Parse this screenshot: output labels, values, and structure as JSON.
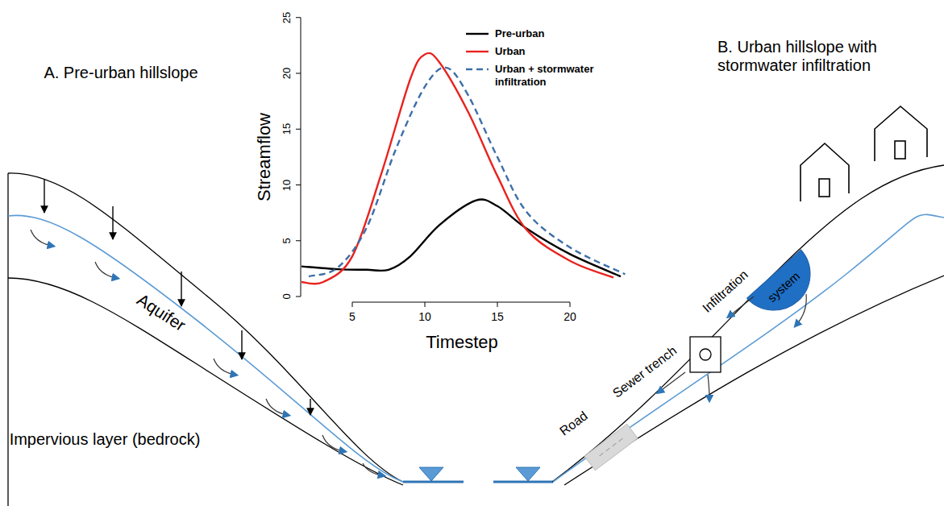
{
  "diagram": {
    "labels": [
      "A. Pre-urban hillslope",
      "B. Urban hillslope with stormwater infiltration",
      "Streamflow",
      "Timestep",
      "0",
      "5",
      "10",
      "15",
      "20",
      "25",
      "5",
      "10",
      "15",
      "20",
      "Aquifer",
      "Impervious layer (bedrock)",
      "Road",
      "Sewer trench",
      "Infiltration",
      "system"
    ],
    "legend": [
      {
        "text": "Pre-urban"
      },
      {
        "text": "Urban"
      },
      {
        "text": "Urban + stormwater infiltration"
      }
    ]
  }
}
